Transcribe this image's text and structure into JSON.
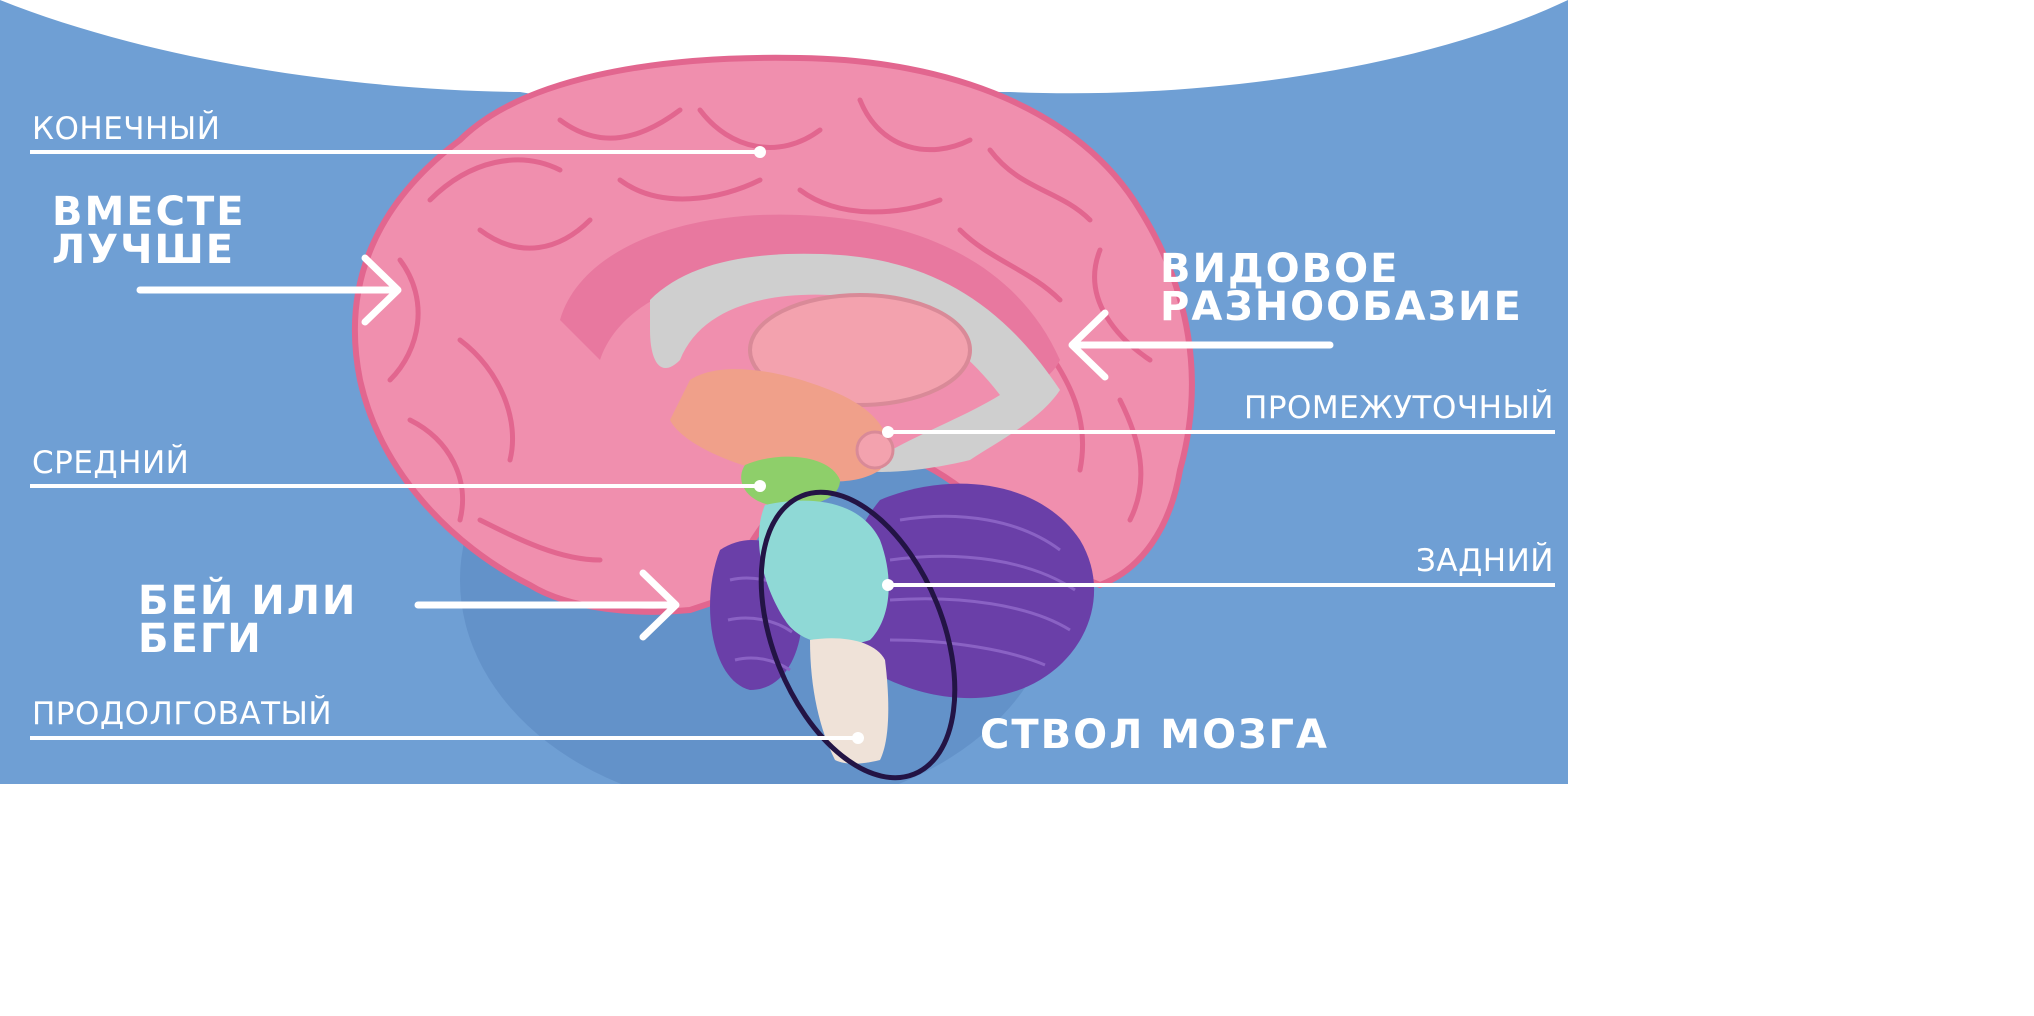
{
  "colors": {
    "background": "#6f9fd4",
    "background_dark": "#5a86c0",
    "cerebrum": "#f08fae",
    "cerebrum_outline": "#e2668f",
    "diencephalon": "#f6a9b2",
    "thalamus": "#f3a2ae",
    "corpus_callosum": "#cfcfcf",
    "midbrain": "#8ecf6a",
    "brainstem_pons": "#8fd9d6",
    "medulla": "#efe2d8",
    "cerebellum": "#6a3fa8",
    "stem_ellipse": "#231445",
    "label_white": "#ffffff"
  },
  "labels": {
    "telencephalon": "КОНЕЧНЫЙ",
    "diencephalon": "ПРОМЕЖУТОЧНЫЙ",
    "midbrain": "СРЕДНИЙ",
    "hindbrain": "ЗАДНИЙ",
    "medulla": "ПРОДОЛГОВАТЫЙ"
  },
  "callouts": {
    "together": [
      "ВМЕСТЕ",
      "ЛУЧШЕ"
    ],
    "diversity": [
      "ВИДОВОЕ",
      "РАЗНООБАЗИЕ"
    ],
    "fight_or_flight": [
      "БЕЙ ИЛИ",
      "БЕГИ"
    ],
    "brainstem": "СТВОЛ МОЗГА"
  }
}
